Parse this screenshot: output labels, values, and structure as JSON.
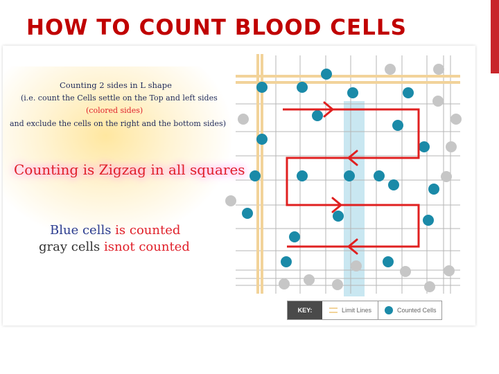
{
  "slide": {
    "title": "HOW TO COUNT BLOOD CELLS"
  },
  "instructions": {
    "rule_line1": "Counting 2 sides in L shape",
    "rule_line2": "(i.e. count the Cells settle on the Top and left sides",
    "rule_line3": "(colored sides)",
    "rule_line4": "and exclude the cells on the right and the bottom sides)",
    "zigzag": "Counting is Zigzag in all squares",
    "blue_cells_word": "Blue cells",
    "is_counted": " is counted",
    "gray_cells_word": "gray cells",
    "isnot_counted": " isnot counted"
  },
  "key": {
    "heading": "KEY:",
    "limit_lines": "Limit Lines",
    "counted_cells": "Counted Cells"
  },
  "colors": {
    "title_red": "#c00000",
    "counted_cell": "#1a8aa8",
    "uncounted_cell": "#c6c6c6",
    "limit_line": "#f2d39a",
    "path_arrow": "#e02020",
    "column_highlight": "#bfe3ee"
  },
  "icons": {
    "counted_cell": "blue-dot-icon",
    "uncounted_cell": "gray-dot-icon",
    "limit_line": "double-line-icon",
    "direction": "arrowhead-icon"
  }
}
